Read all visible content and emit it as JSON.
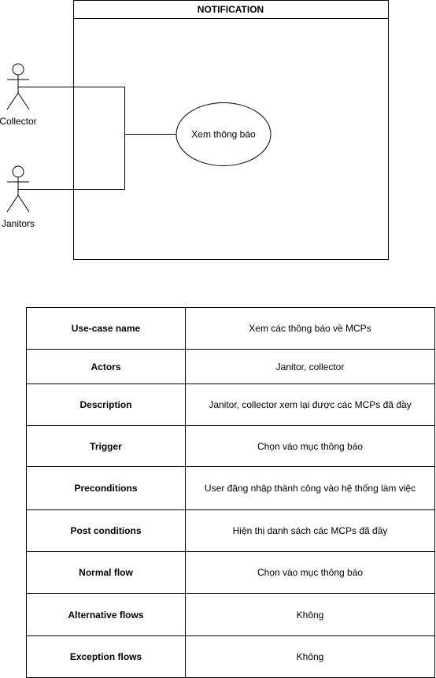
{
  "diagram": {
    "system_title": "NOTIFICATION",
    "use_case": "Xem thông báo",
    "actors": [
      "Collector",
      "Janitors"
    ]
  },
  "table": {
    "rows": [
      {
        "label": "Use-case name",
        "value": "Xem các thông báo về MCPs"
      },
      {
        "label": "Actors",
        "value": "Janitor, collector"
      },
      {
        "label": "Description",
        "value": "Janitor, collector xem lại được các MCPs đã đầy"
      },
      {
        "label": "Trigger",
        "value": "Chọn vào mục thông báo"
      },
      {
        "label": "Preconditions",
        "value": "User đăng nhập thành công vào hệ thống làm việc"
      },
      {
        "label": "Post conditions",
        "value": "Hiện thị danh sách các MCPs đã đầy"
      },
      {
        "label": "Normal flow",
        "value": "Chọn vào mục thông báo"
      },
      {
        "label": "Alternative flows",
        "value": "Không"
      },
      {
        "label": "Exception flows",
        "value": "Không"
      }
    ]
  }
}
